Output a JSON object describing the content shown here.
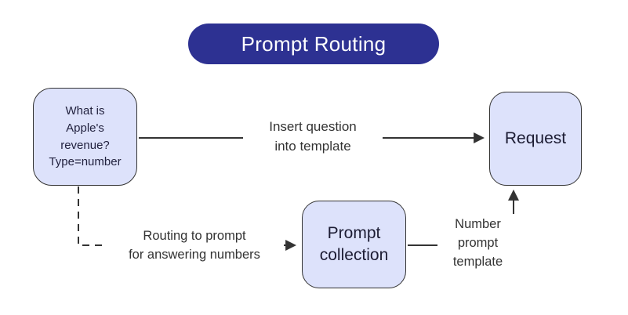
{
  "diagram": {
    "title": "Prompt Routing",
    "nodes": {
      "question": {
        "label": "What is\nApple's\nrevenue?\nType=number"
      },
      "request": {
        "label": "Request"
      },
      "prompt_collection": {
        "label": "Prompt\ncollection"
      }
    },
    "edges": {
      "insert_question": {
        "label": "Insert question\ninto template",
        "style": "solid-arrow"
      },
      "routing": {
        "label": "Routing to prompt\nfor answering numbers",
        "style": "dashed-arrow"
      },
      "number_template": {
        "label": "Number\nprompt\ntemplate",
        "style": "solid-arrow"
      }
    },
    "colors": {
      "title_bg": "#2d3192",
      "title_text": "#ffffff",
      "node_fill": "#dde2fb",
      "node_border": "#333333",
      "connector": "#333333",
      "label_text": "#333333"
    }
  }
}
